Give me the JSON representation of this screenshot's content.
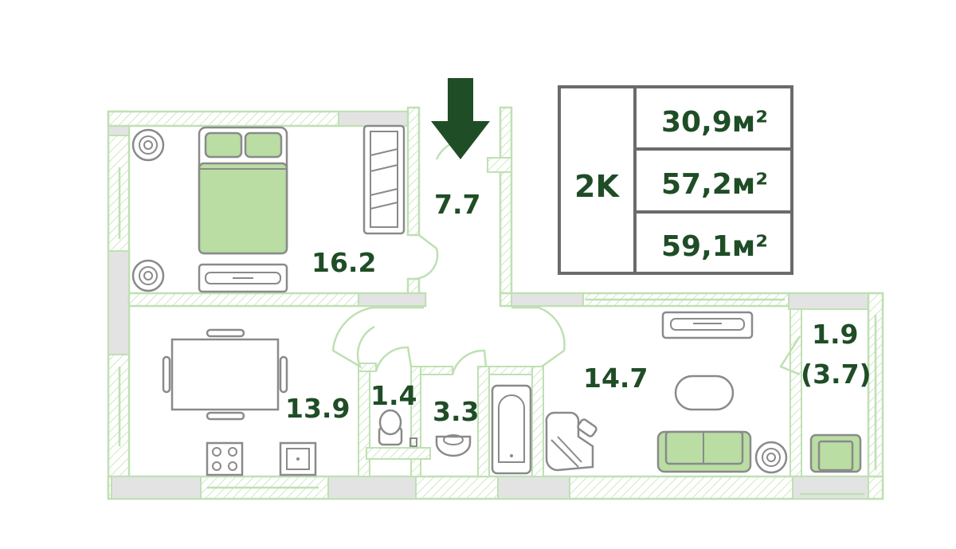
{
  "colors": {
    "label": "#1f4d26",
    "wall_outline": "#bfe0b3",
    "wall_hatch_gray": "#e3e3e3",
    "furniture_stroke": "#8a8a8a",
    "furniture_fill": "#b9dda3",
    "info_box_border": "#6b6b6b",
    "entrance_arrow": "#1f4d26"
  },
  "rooms": [
    {
      "id": "bedroom",
      "area": "16.2"
    },
    {
      "id": "hallway",
      "area": "7.7"
    },
    {
      "id": "kitchen",
      "area": "13.9"
    },
    {
      "id": "toilet",
      "area": "1.4"
    },
    {
      "id": "bathroom",
      "area": "3.3"
    },
    {
      "id": "living-room",
      "area": "14.7"
    },
    {
      "id": "loggia",
      "area": "1.9",
      "area_alt": "(3.7)"
    }
  ],
  "info": {
    "type": "2K",
    "living_area": "30,9м²",
    "total_area": "57,2м²",
    "total_with_loggia": "59,1м²"
  },
  "icons": [
    "entrance-arrow-icon",
    "double-bed-icon",
    "dining-table-icon",
    "stove-icon",
    "sink-icon",
    "toilet-icon",
    "bathtub-icon",
    "sofa-icon",
    "armchair-icon",
    "tv-unit-icon",
    "plant-icon"
  ]
}
